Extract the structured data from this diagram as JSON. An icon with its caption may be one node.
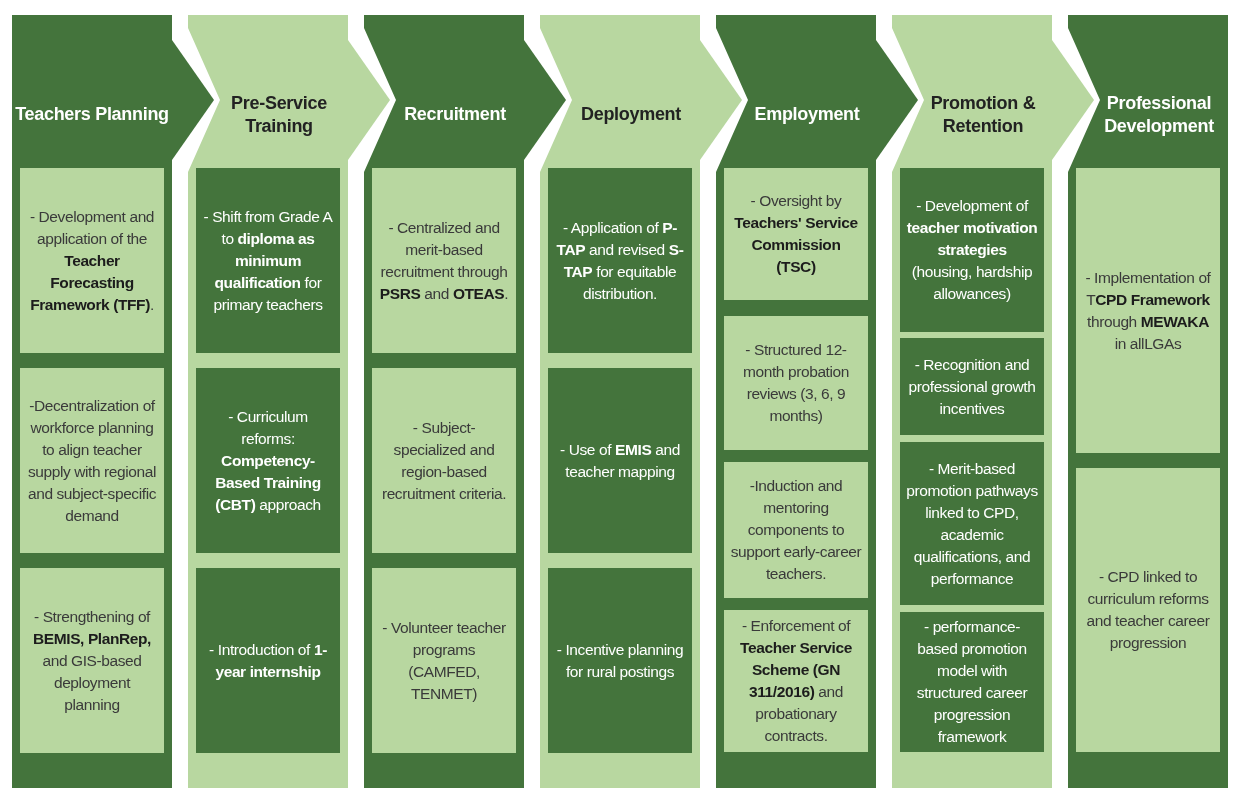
{
  "diagram": {
    "nodes": [
      {
        "text": [
          "Teachers Planning"
        ]
      },
      {
        "text": [
          "- Development and application of the **Teacher Forecasting Framework (TFF)**."
        ],
        "in": 0
      },
      {
        "text": [
          "-Decentralization of workforce planning to align teacher supply with regional and subject-specific demand"
        ],
        "in": 0
      },
      {
        "text": [
          "- Strengthening of **BEMIS, PlanRep,** and GIS-based deployment planning"
        ],
        "in": 0
      },
      {
        "text": [
          "Pre-Service Training"
        ]
      },
      {
        "text": [
          "- Shift from Grade A to **diploma as minimum qualification** for primary teachers"
        ],
        "in": 4
      },
      {
        "text": [
          "- Curriculum reforms: **Competency-Based Training (CBT)** approach"
        ],
        "in": 4
      },
      {
        "text": [
          "- Introduction of **1-year internship**"
        ],
        "in": 4
      },
      {
        "text": [
          "Recruitment"
        ]
      },
      {
        "text": [
          "- Centralized and merit-based recruitment through **PSRS** and **OTEAS**."
        ],
        "in": 8
      },
      {
        "text": [
          "- Subject-specialized and region-based recruitment criteria."
        ],
        "in": 8
      },
      {
        "text": [
          "- Volunteer teacher programs (CAMFED, TENMET)"
        ],
        "in": 8
      },
      {
        "text": [
          "Deployment"
        ]
      },
      {
        "text": [
          "- Application of **P-TAP** and revised **S-TAP** for equitable distribution."
        ],
        "in": 12
      },
      {
        "text": [
          "- Use of **EMIS** and teacher mapping"
        ],
        "in": 12
      },
      {
        "text": [
          "- Incentive planning for rural postings"
        ],
        "in": 12
      },
      {
        "text": [
          "Employment"
        ]
      },
      {
        "text": [
          "- Oversight by **Teachers' Service Commission (TSC)**"
        ],
        "in": 16
      },
      {
        "text": [
          "- Structured 12-month probation reviews (3, 6, 9 months)"
        ],
        "in": 16
      },
      {
        "text": [
          "-Induction and mentoring components to support early-career teachers."
        ],
        "in": 16
      },
      {
        "text": [
          "- Enforcement of **Teacher Service Scheme (GN 311/2016)** and probationary contracts."
        ],
        "in": 16
      },
      {
        "text": [
          "Promotion & Retention"
        ]
      },
      {
        "text": [
          "- Development of **teacher motivation strategies** (housing, hardship allowances)"
        ],
        "in": 21
      },
      {
        "text": [
          "- Recognition and professional growth incentives"
        ],
        "in": 21
      },
      {
        "text": [
          "- Merit-based promotion pathways linked to CPD, academic qualifications, and performance"
        ],
        "in": 21
      },
      {
        "text": [
          "- performance-based promotion model with structured career progression framework"
        ],
        "in": 21
      },
      {
        "text": [
          "Professional Development"
        ]
      },
      {
        "text": [
          "- Implementation of T**CPD Framework** through **MEWAKA** in allLGAs"
        ],
        "in": 26
      },
      {
        "text": [
          "- CPD linked to curriculum reforms and teacher career progression"
        ],
        "in": 26
      }
    ],
    "edges": [
      {
        "from": 0,
        "to": 4,
        "arrow": "to"
      },
      {
        "from": 4,
        "to": 8,
        "arrow": "to"
      },
      {
        "from": 8,
        "to": 12,
        "arrow": "to"
      },
      {
        "from": 12,
        "to": 16,
        "arrow": "to"
      },
      {
        "from": 16,
        "to": 21,
        "arrow": "to"
      },
      {
        "from": 21,
        "to": 26,
        "arrow": "to"
      }
    ]
  }
}
